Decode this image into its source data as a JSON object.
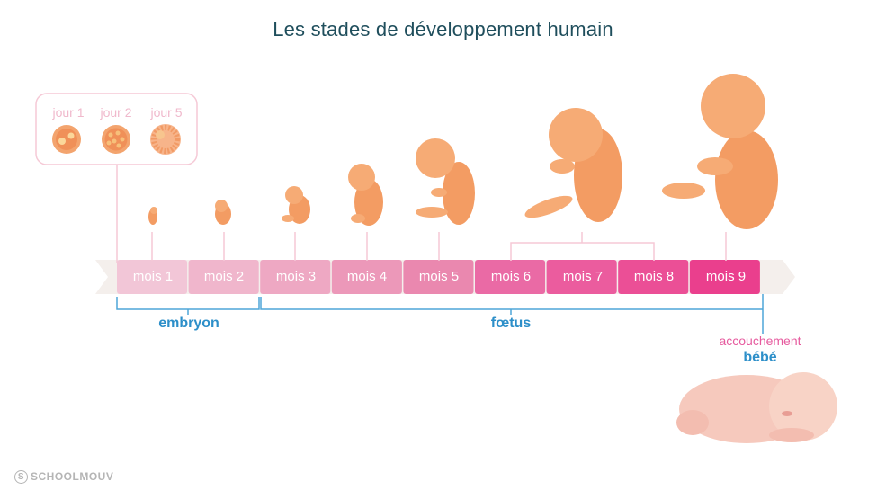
{
  "title": "Les stades de développement humain",
  "jours": [
    "jour 1",
    "jour 2",
    "jour 5"
  ],
  "mois": [
    "mois 1",
    "mois 2",
    "mois 3",
    "mois 4",
    "mois 5",
    "mois 6",
    "mois 7",
    "mois 8",
    "mois 9"
  ],
  "stages": {
    "embryon": "embryon",
    "foetus": "fœtus",
    "accouchement": "accouchement",
    "bebe": "bébé"
  },
  "brand": "SCHOOLMOUV",
  "colors": {
    "title": "#1f4e5c",
    "stage_blue": "#2d8fc9",
    "accouchement_pink": "#e65a9e",
    "mois_segments": [
      "#f2c6d7",
      "#f0b6cc",
      "#eea8c3",
      "#ec98b9",
      "#ea88af",
      "#ea6aa5",
      "#eb5c9e",
      "#eb4f96",
      "#ea3f8d"
    ],
    "fetus_skin": "#f5a672",
    "baby_skin": "#f6c9bd"
  }
}
